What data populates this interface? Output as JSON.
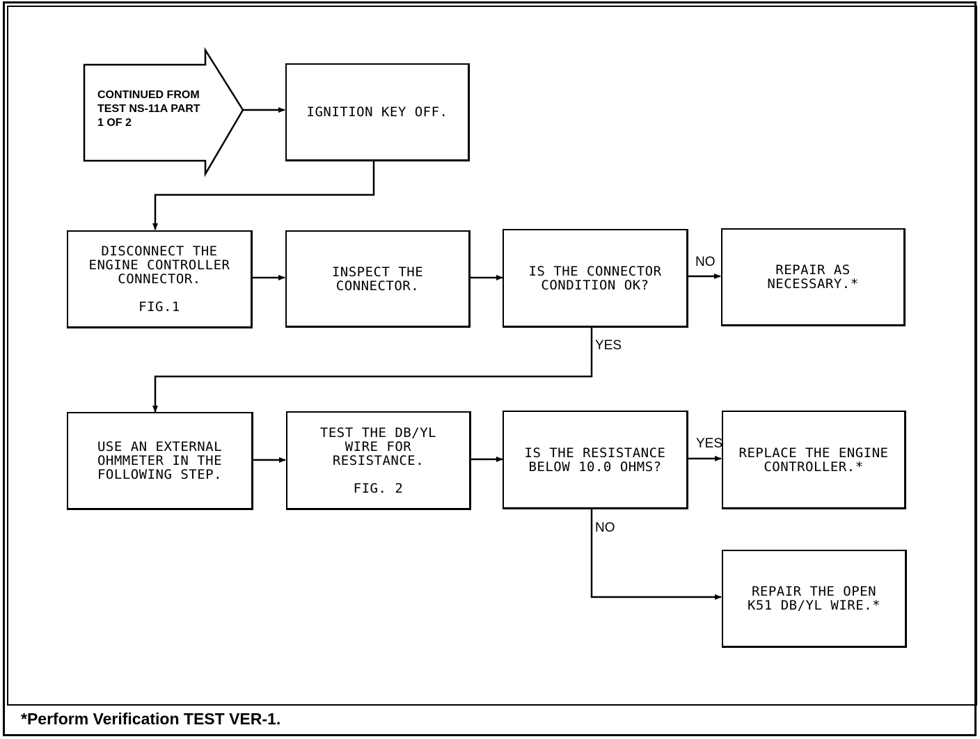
{
  "start": {
    "text": "CONTINUED FROM\nTEST NS-11A PART\n1 OF 2"
  },
  "steps": {
    "ignition": {
      "text": "IGNITION KEY OFF."
    },
    "disconnect": {
      "text": "DISCONNECT THE\nENGINE CONTROLLER\nCONNECTOR.",
      "fig": "FIG.1"
    },
    "inspect": {
      "text": "INSPECT THE\nCONNECTOR."
    },
    "connector_ok": {
      "text": "IS THE CONNECTOR\nCONDITION OK?"
    },
    "repair_necessary": {
      "text": "REPAIR AS\nNECESSARY.*"
    },
    "ohmmeter": {
      "text": "USE AN EXTERNAL\nOHMMETER IN THE\nFOLLOWING STEP."
    },
    "test_wire": {
      "text": "TEST THE DB/YL\nWIRE FOR\nRESISTANCE.",
      "fig": "FIG. 2"
    },
    "resistance_q": {
      "text": "IS THE RESISTANCE\nBELOW 10.0 OHMS?"
    },
    "replace_controller": {
      "text": "REPLACE THE ENGINE\nCONTROLLER.*"
    },
    "repair_open": {
      "text": "REPAIR THE OPEN\nK51 DB/YL WIRE.*"
    }
  },
  "edge_labels": {
    "connector_no": "NO",
    "connector_yes": "YES",
    "resistance_yes": "YES",
    "resistance_no": "NO"
  },
  "footnote": "*Perform Verification TEST VER-1."
}
